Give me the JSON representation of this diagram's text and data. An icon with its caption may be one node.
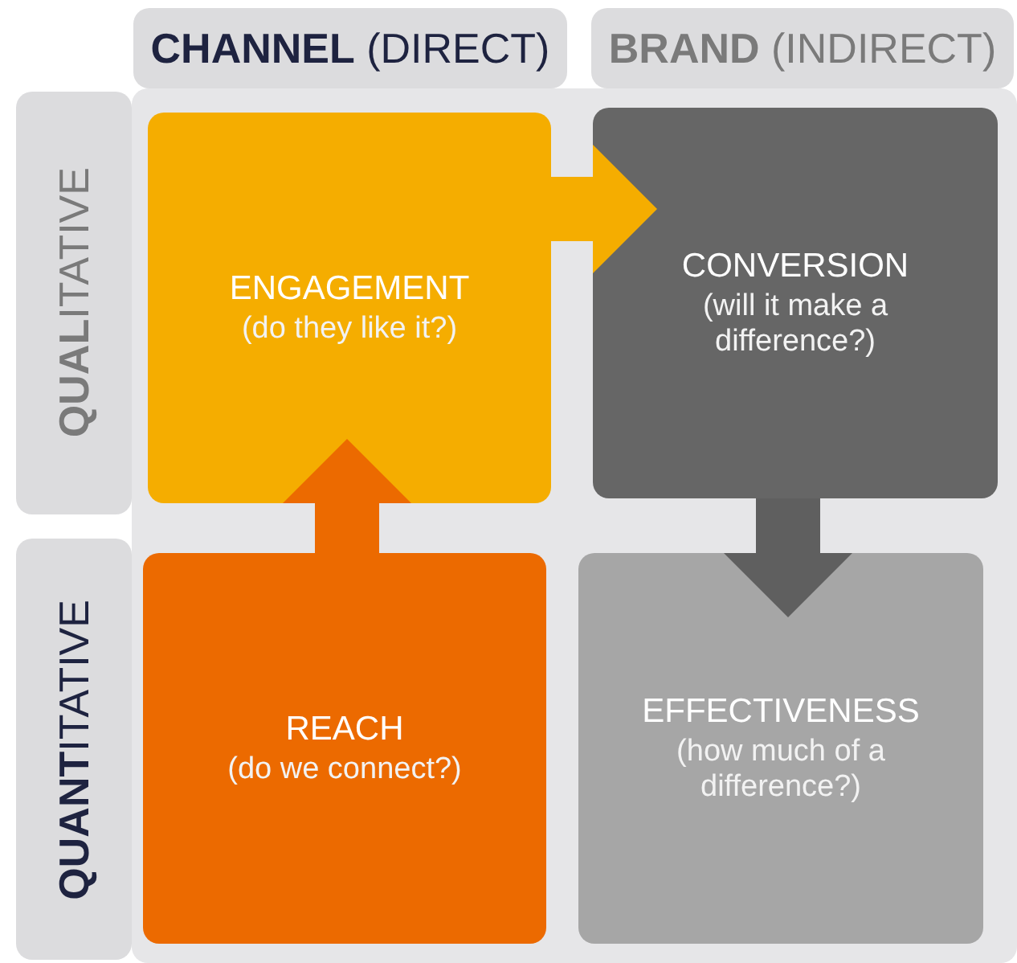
{
  "diagram": {
    "nodes": [
      {
        "text": [
          "**CHANNEL** (DIRECT)"
        ]
      },
      {
        "text": [
          "**BRAND** (INDIRECT)"
        ]
      },
      {
        "text": [
          "**QUAL**ITATIVE"
        ]
      },
      {
        "text": [
          "ENGAGEMENT",
          "(do they like it?)"
        ]
      },
      {
        "text": [
          "CONVERSION",
          "(will it make a difference?)"
        ]
      },
      {
        "text": [
          "**QUANT**ITATIVE"
        ]
      },
      {
        "text": [
          "REACH",
          "(do we connect?)"
        ]
      },
      {
        "text": [
          "EFFECTIVENESS",
          "(how much of a difference?)"
        ]
      }
    ],
    "edges": [
      {
        "from": 6,
        "to": 3,
        "arrow": "to",
        "color": "#ec6a00"
      },
      {
        "from": 3,
        "to": 4,
        "arrow": "to",
        "color": "#f5ad00"
      },
      {
        "from": 4,
        "to": 7,
        "arrow": "to",
        "color": "#5f5f5f"
      }
    ]
  }
}
